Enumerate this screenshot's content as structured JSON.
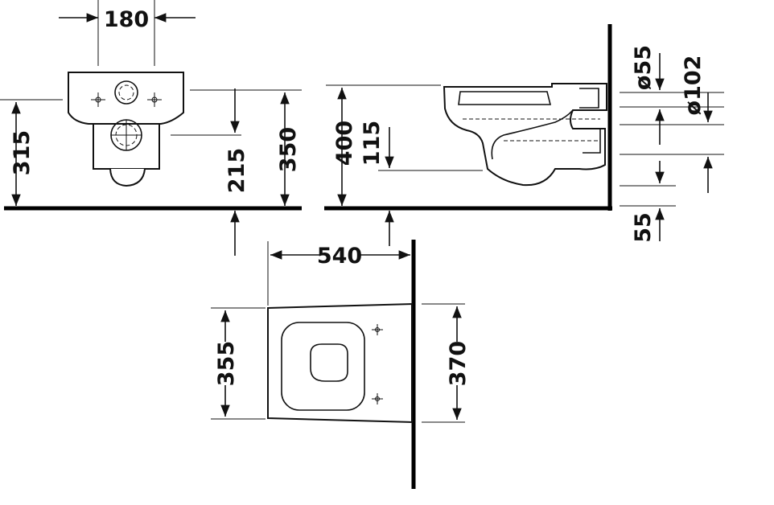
{
  "dimensions": {
    "front_width": "180",
    "front_height_315": "315",
    "front_height_350": "350",
    "front_height_215": "215",
    "side_height_400": "400",
    "side_height_115": "115",
    "pipe_55": "ø55",
    "pipe_102": "ø102",
    "wall_offset_55": "55",
    "top_length": "540",
    "top_width_355": "355",
    "top_width_370": "370"
  },
  "colors": {
    "line": "#111111",
    "background": "#ffffff"
  }
}
